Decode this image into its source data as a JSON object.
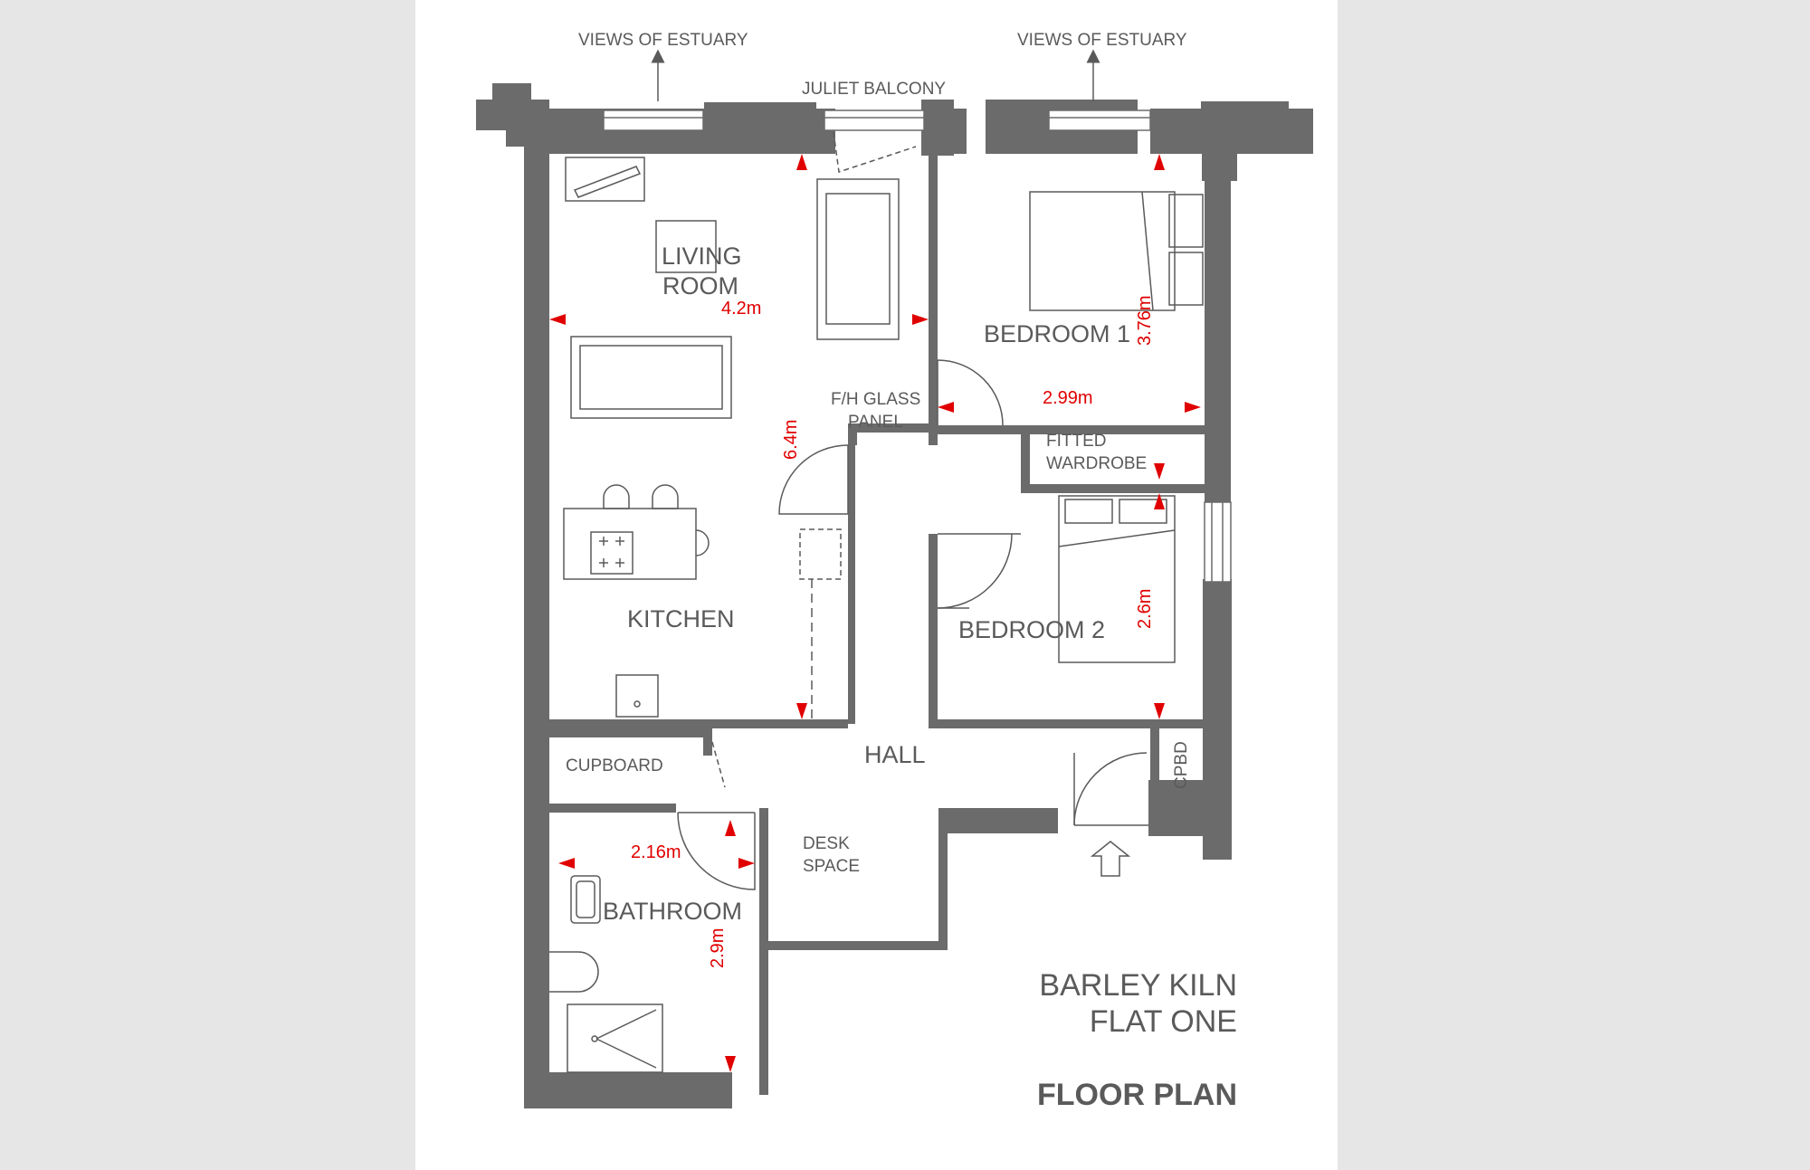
{
  "labels": {
    "views_left": "VIEWS OF ESTUARY",
    "views_right": "VIEWS OF ESTUARY",
    "juliet_balcony": "JULIET BALCONY",
    "living_line1": "LIVING",
    "living_line2": "ROOM",
    "kitchen": "KITCHEN",
    "glass_line1": "F/H GLASS",
    "glass_line2": "PANEL",
    "bedroom1": "BEDROOM 1",
    "bedroom2": "BEDROOM 2",
    "wardrobe_line1": "FITTED",
    "wardrobe_line2": "WARDROBE",
    "hall": "HALL",
    "cupboard": "CUPBOARD",
    "cpbd": "CPBD",
    "desk_line1": "DESK",
    "desk_line2": "SPACE",
    "bathroom": "BATHROOM"
  },
  "dimensions": {
    "living_width": "4.2m",
    "living_depth": "6.4m",
    "bed1_width": "2.99m",
    "bed1_depth": "3.76m",
    "bed2_depth": "2.6m",
    "bath_width": "2.16m",
    "bath_depth": "2.9m"
  },
  "title": {
    "line1": "BARLEY KILN",
    "line2": "FLAT ONE",
    "line3": "FLOOR PLAN"
  },
  "colors": {
    "wall": "#6b6b6b",
    "dimension_marker": "#e00000",
    "text": "#5a5a5a"
  }
}
